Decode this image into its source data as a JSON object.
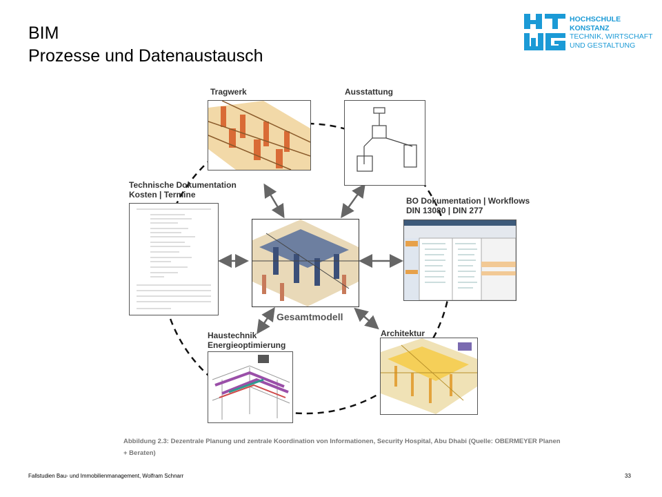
{
  "slide": {
    "title_line1": "BIM",
    "title_line2": "Prozesse und Datenaustausch",
    "footer": "Fallstudien Bau- und Immobilienmanagement, Wolfram Schnarr",
    "page_number": "33"
  },
  "logo": {
    "line1": "HOCHSCHULE",
    "line2": "KONSTANZ",
    "line3": "TECHNIK, WIRTSCHAFT",
    "line4": "UND GESTALTUNG",
    "color": "#1b9ad6"
  },
  "diagram": {
    "center_label": "Gesamtmodell",
    "nodes": {
      "tragwerk": "Tragwerk",
      "ausstattung": "Ausstattung",
      "tech_doc_line1": "Technische Dokumentation",
      "tech_doc_line2": "Kosten | Termine",
      "bo_doc_line1": "BO Dokumentation | Workflows",
      "bo_doc_line2": "DIN 13080 | DIN 277",
      "haustechnik_line1": "Haustechnik",
      "haustechnik_line2": "Energieoptimierung",
      "architektur": "Architektur"
    },
    "caption": "Abbildung 2.3: Dezentrale Planung und zentrale Koordination von Informationen, Security Hospital, Abu Dhabi (Quelle: OBERMEYER Planen + Beraten)"
  }
}
